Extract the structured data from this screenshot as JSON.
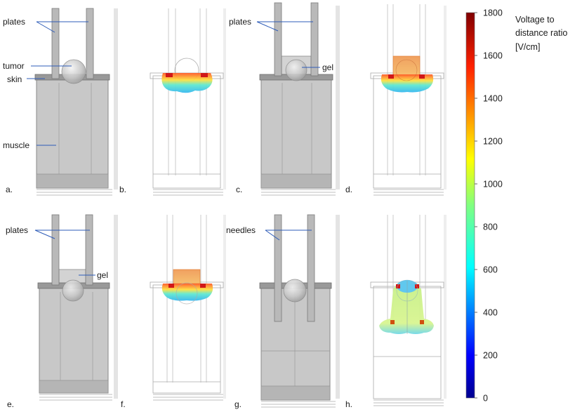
{
  "panel_letters": [
    "a.",
    "b.",
    "c.",
    "d.",
    "e.",
    "f.",
    "g.",
    "h."
  ],
  "labels": {
    "plates": "plates",
    "tumor": "tumor",
    "skin": "skin",
    "muscle": "muscle",
    "gel": "gel",
    "needles": "needles"
  },
  "colorbar": {
    "title_lines": [
      "Voltage to",
      "distance ratio",
      "[V/cm]"
    ],
    "ticks": [
      "1800",
      "1600",
      "1400",
      "1200",
      "1000",
      "800",
      "600",
      "400",
      "200",
      "0"
    ],
    "min": 0,
    "max": 1800,
    "colormap": "jet"
  },
  "colors": {
    "tissue_fill": "#c8c8c8",
    "skin_fill": "#9a9a9a",
    "electrode_fill": "#b9b9b9",
    "annotation_line": "#2e5cb8",
    "outline": "#777777"
  }
}
